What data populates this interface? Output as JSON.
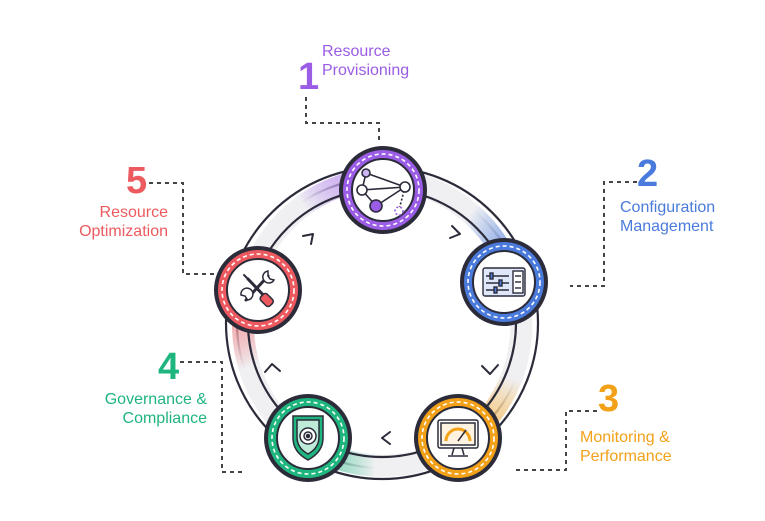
{
  "colors": {
    "purple": "#9b5de5",
    "blue": "#4a7bdc",
    "orange": "#f2a118",
    "green": "#1fb57e",
    "red": "#ec5a5f",
    "outline": "#2b2b3a",
    "ring": "#f0f0f3",
    "connector": "#444444"
  },
  "steps": [
    {
      "number": "1",
      "line1": "Resource",
      "line2": "Provisioning",
      "icon": "network-nodes-icon"
    },
    {
      "number": "2",
      "line1": "Configuration",
      "line2": "Management",
      "icon": "settings-panel-icon"
    },
    {
      "number": "3",
      "line1": "Monitoring &",
      "line2": "Performance",
      "icon": "performance-monitor-icon"
    },
    {
      "number": "4",
      "line1": "Governance &",
      "line2": "Compliance",
      "icon": "shield-icon"
    },
    {
      "number": "5",
      "line1": "Resource",
      "line2": "Optimization",
      "icon": "tools-icon"
    }
  ]
}
